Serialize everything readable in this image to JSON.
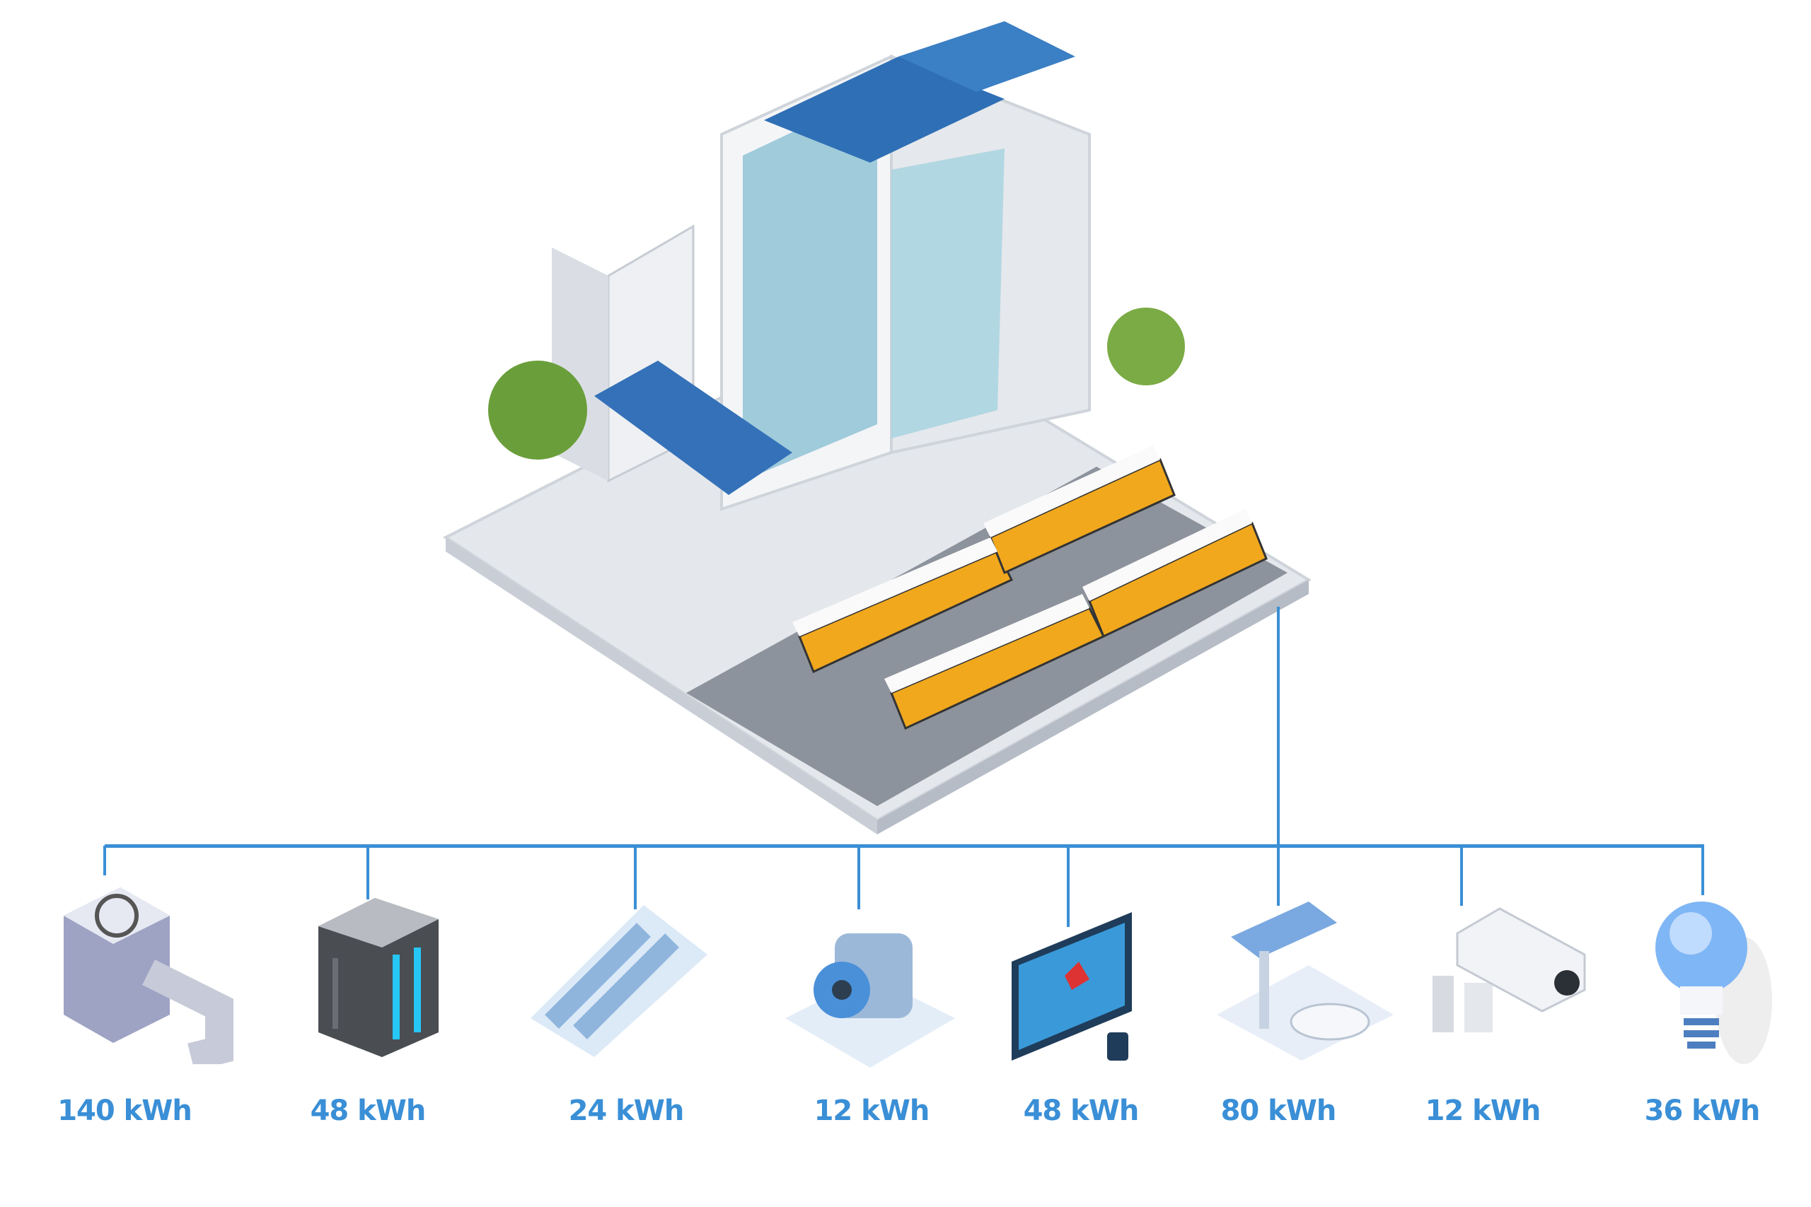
{
  "diagram": {
    "hub": "smart-building-bus-station",
    "accent_color": "#3a8fd6",
    "consumers": [
      {
        "icon": "hvac-unit-icon",
        "value": "140 kWh"
      },
      {
        "icon": "server-rack-icon",
        "value": "48 kWh"
      },
      {
        "icon": "escalator-icon",
        "value": "24 kWh"
      },
      {
        "icon": "electric-motor-icon",
        "value": "12 kWh"
      },
      {
        "icon": "monitor-display-icon",
        "value": "48 kWh"
      },
      {
        "icon": "ev-charging-station-icon",
        "value": "80 kWh"
      },
      {
        "icon": "security-camera-icon",
        "value": "12 kWh"
      },
      {
        "icon": "light-bulb-icon",
        "value": "36 kWh"
      }
    ]
  }
}
